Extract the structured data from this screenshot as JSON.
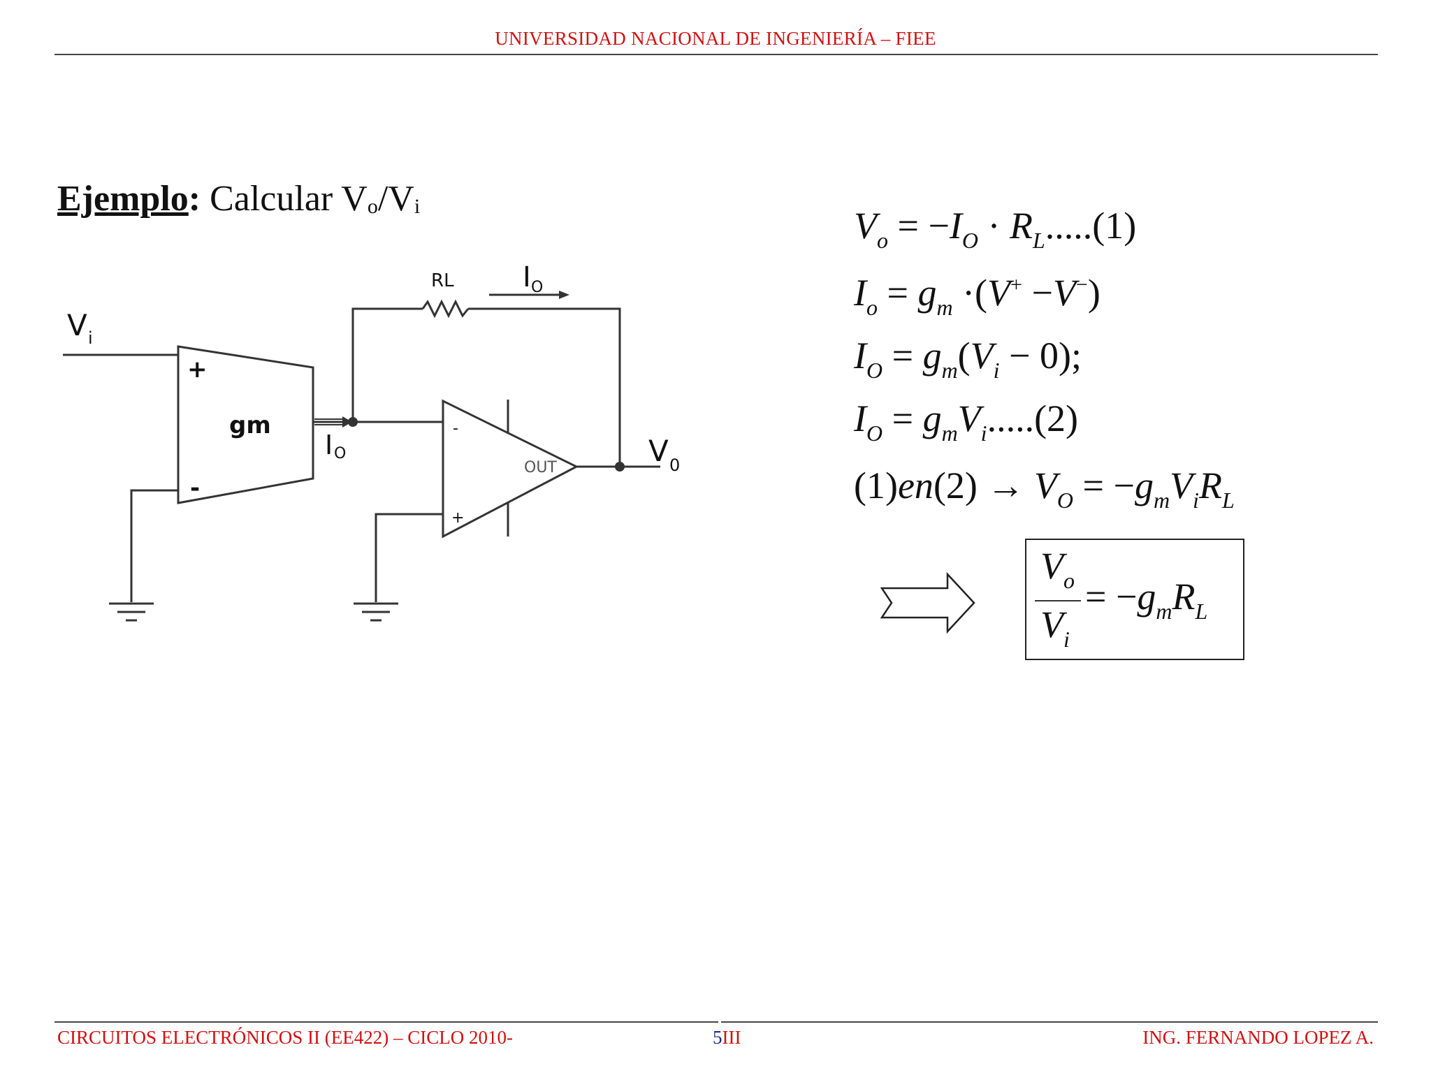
{
  "header": {
    "title": "UNIVERSIDAD NACIONAL DE INGENIERÍA – FIEE"
  },
  "example": {
    "keyword": "Ejemplo",
    "colon": ":",
    "text": "Calcular V",
    "sub_o": "o",
    "slash": "/V",
    "sub_i": "i"
  },
  "circuit": {
    "label_vi": "V",
    "label_vi_sub": "i",
    "label_plus": "+",
    "label_minus": "-",
    "label_gm": "gm",
    "label_io": "I",
    "label_io_sub": "O",
    "label_rl": "RL",
    "label_io_top": "I",
    "label_io_top_sub": "O",
    "label_opamp_minus": "-",
    "label_opamp_plus": "+",
    "label_out": "OUT",
    "label_v0": "V",
    "label_v0_sub": "0"
  },
  "equations": {
    "eq1": {
      "lhs": "V",
      "lhs_sub": "o",
      "eqm": " = −",
      "a": "I",
      "a_sub": "O",
      "dot": " · ",
      "b": "R",
      "b_sub": "L",
      "tag": ".....(1)"
    },
    "eq2": {
      "lhs": "I",
      "lhs_sub": "o",
      "eqs": " = ",
      "a": "g",
      "a_sub": "m",
      "mid": " ·(",
      "b": "V",
      "b_sup": "+",
      "minus": " −",
      "c": "V",
      "c_sup": "−",
      "close": ")"
    },
    "eq3": {
      "lhs": "I",
      "lhs_sub": "O",
      "eqs": " = ",
      "a": "g",
      "a_sub": "m",
      "open": "(",
      "b": "V",
      "b_sub": "i",
      "rest": " − 0);"
    },
    "eq4": {
      "lhs": "I",
      "lhs_sub": "O",
      "eqs": " = ",
      "a": "g",
      "a_sub": "m",
      "b": "V",
      "b_sub": "i",
      "tag": ".....(2)"
    },
    "eq5": {
      "pre": "(1)",
      "en": "en",
      "mid": "(2) → ",
      "lhs": "V",
      "lhs_sub": "O",
      "eqm": " = −",
      "a": "g",
      "a_sub": "m",
      "b": "V",
      "b_sub": "i",
      "c": "R",
      "c_sub": "L"
    }
  },
  "result": {
    "num": "V",
    "num_sub": "o",
    "den": "V",
    "den_sub": "i",
    "eqm": " = −",
    "a": "g",
    "a_sub": "m",
    "b": "R",
    "b_sub": "L"
  },
  "footer": {
    "left": "CIRCUITOS ELECTRÓNICOS II (EE422) – CICLO 2010-",
    "page": "5",
    "page_suffix": "III",
    "right": "ING. FERNANDO LOPEZ A."
  }
}
